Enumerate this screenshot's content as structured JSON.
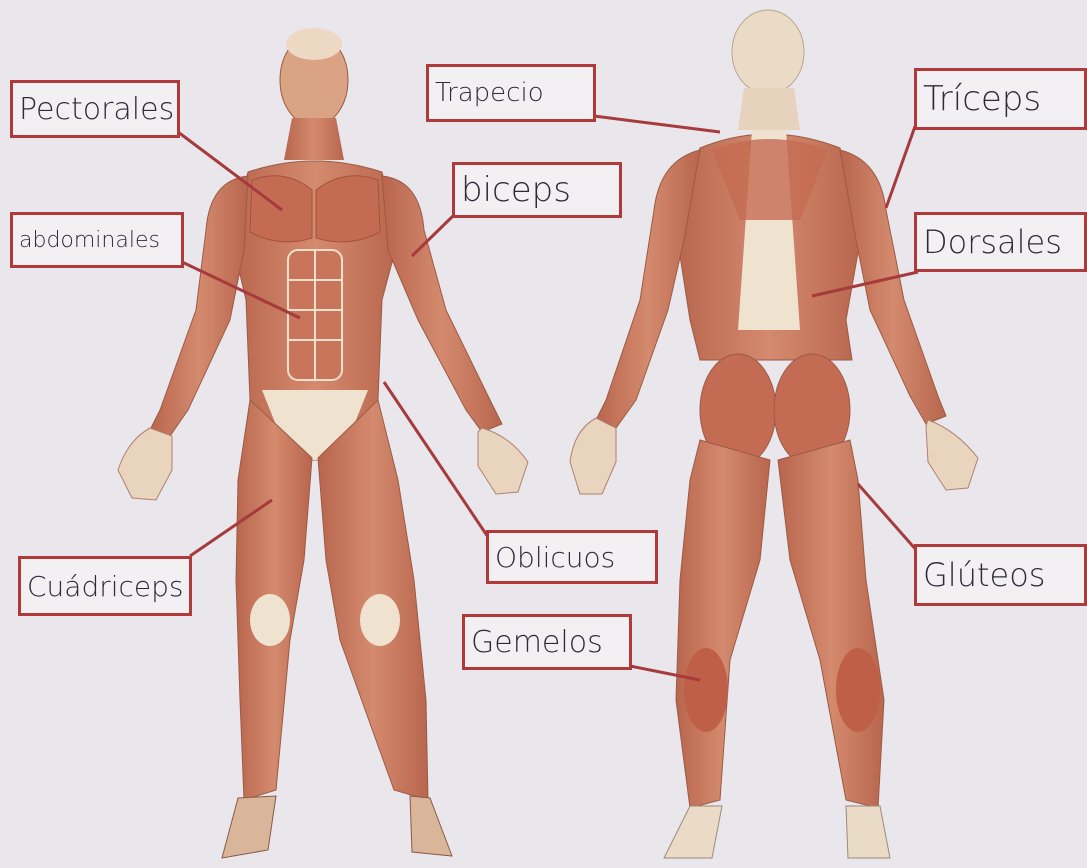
{
  "labels": {
    "pectorales": "Pectorales",
    "abdominales": "abdominales",
    "cuadriceps": "Cuádriceps",
    "biceps": "biceps",
    "oblicuos": "Oblicuos",
    "trapecio": "Trapecio",
    "gemelos": "Gemelos",
    "triceps": "Tríceps",
    "dorsales": "Dorsales",
    "gluteos": "Glúteos"
  },
  "colors": {
    "label_border": "#b03a3a",
    "leader_line": "#a63a3c",
    "muscle": "#c8755b",
    "muscle_dark": "#a95540",
    "tendon": "#eee2cf",
    "paper": "#e9e7ec",
    "text": "#2b2b3a"
  }
}
